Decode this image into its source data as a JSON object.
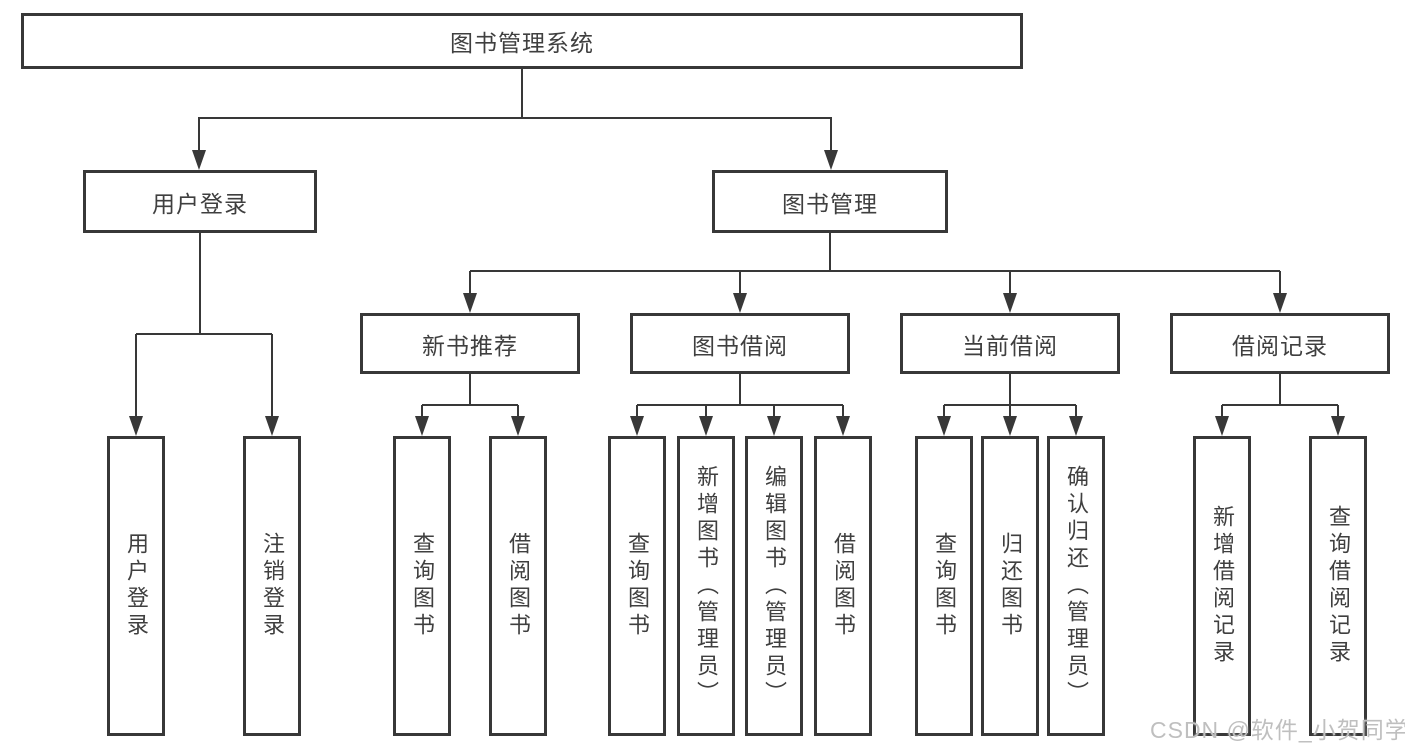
{
  "diagram_title": "图书管理系统",
  "nodes": {
    "root": "图书管理系统",
    "user_login": "用户登录",
    "book_mgmt": "图书管理",
    "new_book_rec": "新书推荐",
    "book_borrow": "图书借阅",
    "current_borrow": "当前借阅",
    "borrow_record": "借阅记录",
    "leaves": {
      "user_login": "用户登录",
      "logout": "注销登录",
      "rec_query": "查询图书",
      "rec_borrow": "借阅图书",
      "bb_query": "查询图书",
      "bb_add": "新增图书（管理员）",
      "bb_edit": "编辑图书（管理员）",
      "bb_borrow": "借阅图书",
      "cb_query": "查询图书",
      "cb_return": "归还图书",
      "cb_confirm": "确认归还（管理员）",
      "br_add": "新增借阅记录",
      "br_query": "查询借阅记录"
    }
  },
  "colors": {
    "line": "#383838",
    "text": "#3f3f3f",
    "watermark": "#bfbfbf"
  },
  "watermark": "CSDN @软件_小贺同学"
}
